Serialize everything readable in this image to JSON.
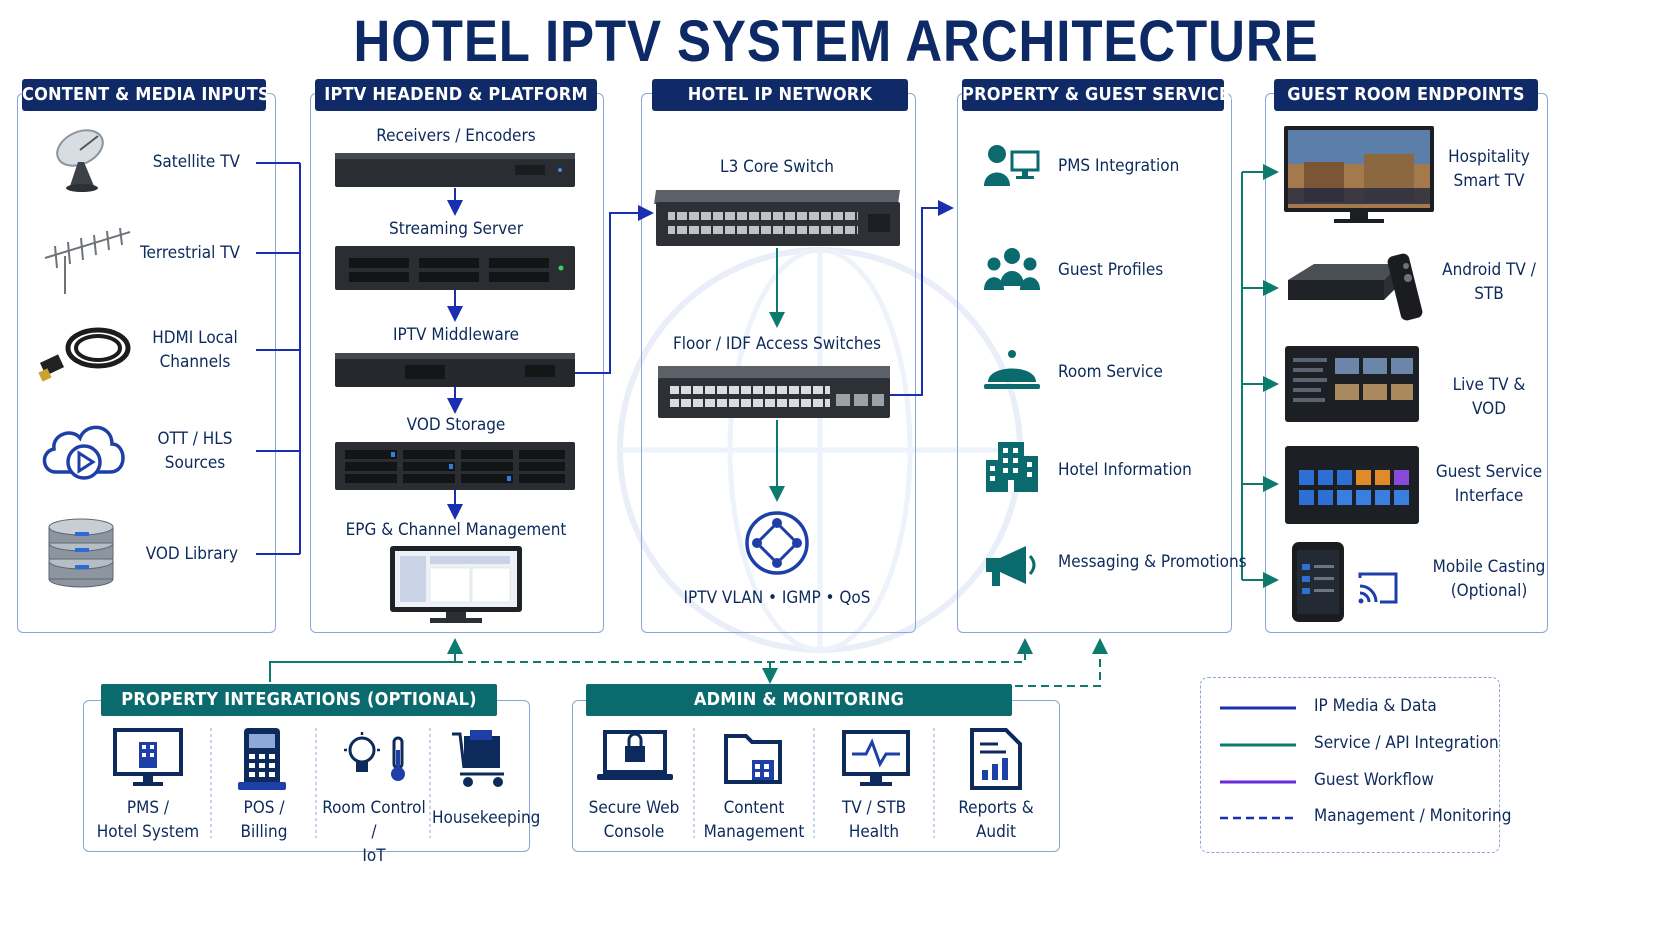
{
  "title": "HOTEL IPTV SYSTEM ARCHITECTURE",
  "colors": {
    "navy": "#102a68",
    "teal": "#0b6a6d",
    "blue_line": "#1a2fb0",
    "teal_line": "#0d7a70",
    "purple_line": "#6a2ad8",
    "text": "#0d2a5c"
  },
  "content_inputs": {
    "header": "CONTENT & MEDIA INPUTS",
    "items": [
      {
        "label": "Satellite TV",
        "icon": "satellite-dish-icon"
      },
      {
        "label": "Terrestrial TV",
        "icon": "antenna-icon"
      },
      {
        "label": "HDMI Local\nChannels",
        "icon": "hdmi-cable-icon"
      },
      {
        "label": "OTT / HLS\nSources",
        "icon": "cloud-play-icon"
      },
      {
        "label": "VOD Library",
        "icon": "database-icon"
      }
    ]
  },
  "headend": {
    "header": "IPTV HEADEND & PLATFORM",
    "items": [
      {
        "label": "Receivers / Encoders"
      },
      {
        "label": "Streaming Server"
      },
      {
        "label": "IPTV Middleware"
      },
      {
        "label": "VOD Storage"
      },
      {
        "label": "EPG & Channel Management"
      }
    ]
  },
  "network": {
    "header": "HOTEL IP NETWORK",
    "core": "L3 Core Switch",
    "access": "Floor / IDF Access Switches",
    "vlan": "IPTV VLAN • IGMP • QoS"
  },
  "services": {
    "header": "PROPERTY & GUEST SERVICES",
    "items": [
      {
        "label": "PMS Integration",
        "icon": "user-computer-icon"
      },
      {
        "label": "Guest Profiles",
        "icon": "users-icon"
      },
      {
        "label": "Room Service",
        "icon": "service-bell-icon"
      },
      {
        "label": "Hotel Information",
        "icon": "building-icon"
      },
      {
        "label": "Messaging & Promotions",
        "icon": "megaphone-icon"
      }
    ]
  },
  "endpoints": {
    "header": "GUEST ROOM ENDPOINTS",
    "items": [
      {
        "label": "Hospitality\nSmart TV"
      },
      {
        "label": "Android TV /\nSTB"
      },
      {
        "label": "Live TV & VOD"
      },
      {
        "label": "Guest Service\nInterface"
      },
      {
        "label": "Mobile Casting\n(Optional)"
      }
    ]
  },
  "integrations": {
    "header": "PROPERTY INTEGRATIONS (OPTIONAL)",
    "items": [
      {
        "label": "PMS /\nHotel System",
        "icon": "pms-monitor-icon"
      },
      {
        "label": "POS /\nBilling",
        "icon": "pos-terminal-icon"
      },
      {
        "label": "Room Control /\nIoT",
        "icon": "bulb-thermometer-icon"
      },
      {
        "label": "Housekeeping",
        "icon": "housekeeping-cart-icon"
      }
    ]
  },
  "admin": {
    "header": "ADMIN & MONITORING",
    "items": [
      {
        "label": "Secure Web\nConsole",
        "icon": "laptop-lock-icon"
      },
      {
        "label": "Content\nManagement",
        "icon": "folder-icon"
      },
      {
        "label": "TV / STB\nHealth",
        "icon": "monitor-pulse-icon"
      },
      {
        "label": "Reports &\nAudit",
        "icon": "report-icon"
      }
    ]
  },
  "legend": [
    {
      "label": "IP Media & Data",
      "style": "solid",
      "color": "#1a2fb0"
    },
    {
      "label": "Service / API Integration",
      "style": "solid",
      "color": "#0d7a70"
    },
    {
      "label": "Guest Workflow",
      "style": "solid",
      "color": "#6a2ad8"
    },
    {
      "label": "Management / Monitoring",
      "style": "dashed",
      "color": "#1a2fb0"
    }
  ]
}
